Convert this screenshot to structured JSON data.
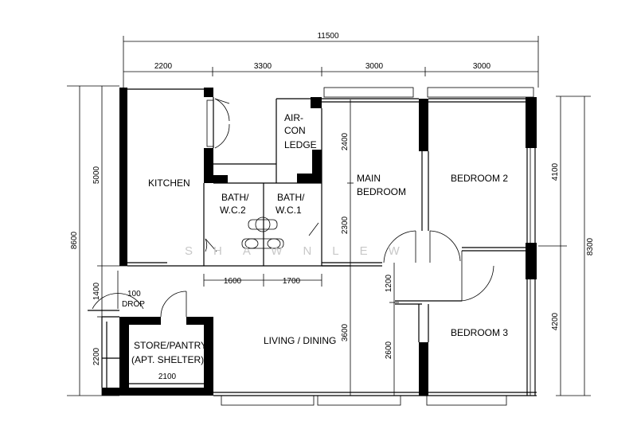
{
  "rooms": {
    "kitchen": "KITCHEN",
    "bath1_l1": "BATH/",
    "bath1_l2": "W.C.2",
    "bath2_l1": "BATH/",
    "bath2_l2": "W.C.1",
    "aircon_l1": "AIR-",
    "aircon_l2": "CON",
    "aircon_l3": "LEDGE",
    "main_l1": "MAIN",
    "main_l2": "BEDROOM",
    "bedroom2": "BEDROOM  2",
    "bedroom3": "BEDROOM  3",
    "living": "LIVING  /  DINING",
    "store_l1": "STORE/PANTRY",
    "store_l2": "(APT. SHELTER)",
    "drop_val": "100",
    "drop_lbl": "DROP"
  },
  "dims": {
    "total_width": "11500",
    "top": [
      "2200",
      "3300",
      "3000",
      "3000"
    ],
    "left_outer": "8600",
    "left_inner": [
      "5000",
      "1400",
      "2200"
    ],
    "right_outer": "8300",
    "right_inner": [
      "4100",
      "4200"
    ],
    "bath_widths": [
      "1600",
      "1700"
    ],
    "store_width": "2100",
    "interior_v": [
      "2400",
      "2300",
      "1200",
      "3600",
      "2600"
    ]
  },
  "watermark": "SHAWNLEW"
}
